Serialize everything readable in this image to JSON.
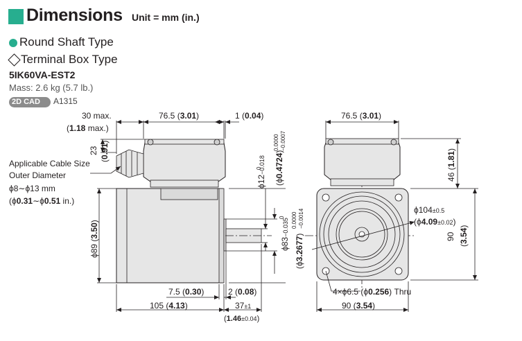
{
  "header": {
    "title": "Dimensions",
    "unit": "Unit = mm (in.)"
  },
  "subtitles": {
    "shaft": "Round Shaft Type",
    "box": "Terminal Box Type"
  },
  "model": "5IK60VA-EST2",
  "mass": "Mass: 2.6 kg (5.7 lb.)",
  "cad": {
    "badge": "2D CAD",
    "code": "A1315"
  },
  "cable": {
    "line1": "Applicable Cable Size",
    "line2": "Outer Diameter",
    "line3": "ϕ8∼ϕ13 mm",
    "line4_a": "(ϕ",
    "line4_b": "0.31",
    "line4_c": "∼ϕ",
    "line4_d": "0.51",
    "line4_e": " in.)"
  },
  "dims": {
    "d30_mm": "30 max.",
    "d30_in_a": "(",
    "d30_in_b": "1.18",
    "d30_in_c": " max.)",
    "d765_mm": "76.5 (",
    "d765_in": "3.01",
    "d765_close": ")",
    "d1_mm": "1 (",
    "d1_in": "0.04",
    "d1_close": ")",
    "d23_mm": "23",
    "d23_in_a": "(",
    "d23_in_b": "0.91",
    "d23_in_c": ")",
    "shaft12_a": "ϕ12",
    "shaft12_tol_up": "0",
    "shaft12_tol_lo": "−0.018",
    "shaft12_in_a": "(ϕ",
    "shaft12_in_b": "0.4724",
    "shaft12_in_tol_up": "0.0000",
    "shaft12_in_tol_lo": "−0.0007",
    "shaft12_in_close": ")",
    "pilot83_a": "ϕ83",
    "pilot83_tol_up": "0",
    "pilot83_tol_lo": "−0.035",
    "pilot83_in_a": "(ϕ",
    "pilot83_in_b": "3.2677",
    "pilot83_in_tol_up": "0.0000",
    "pilot83_in_tol_lo": "−0.0014",
    "pilot83_in_close": ")",
    "body89_a": "ϕ89 (",
    "body89_b": "3.50",
    "body89_c": ")",
    "d75_mm": "7.5 (",
    "d75_in": "0.30",
    "d75_close": ")",
    "d2_mm": "2 (",
    "d2_in": "0.08",
    "d2_close": ")",
    "d105_mm": "105 (",
    "d105_in": "4.13",
    "d105_close": ")",
    "d37_mm": "37",
    "d37_tol": "±1",
    "d37_in_a": "(",
    "d37_in_b": "1.46",
    "d37_in_tol": "±0.04",
    "d37_in_c": ")",
    "fr765_mm": "76.5 (",
    "fr765_in": "3.01",
    "fr765_close": ")",
    "d46_mm": "46 (",
    "d46_in": "1.81",
    "d46_close": ")",
    "d90v_mm": "90",
    "d90v_in_a": "(",
    "d90v_in_b": "3.54",
    "d90v_in_c": ")",
    "pcd104_a": "ϕ104",
    "pcd104_tol": "±0.5",
    "pcd104_in_a": "(ϕ",
    "pcd104_in_b": "4.09",
    "pcd104_in_tol": "±0.02",
    "pcd104_in_c": ")",
    "holes_a": "4×ϕ6.5 (ϕ",
    "holes_b": "0.256",
    "holes_c": ") Thru",
    "d90h_mm": "90 (",
    "d90h_in": "3.54",
    "d90h_close": ")"
  },
  "colors": {
    "accent": "#27ae8f",
    "body": "#e6e6e6",
    "line": "#231f20"
  }
}
